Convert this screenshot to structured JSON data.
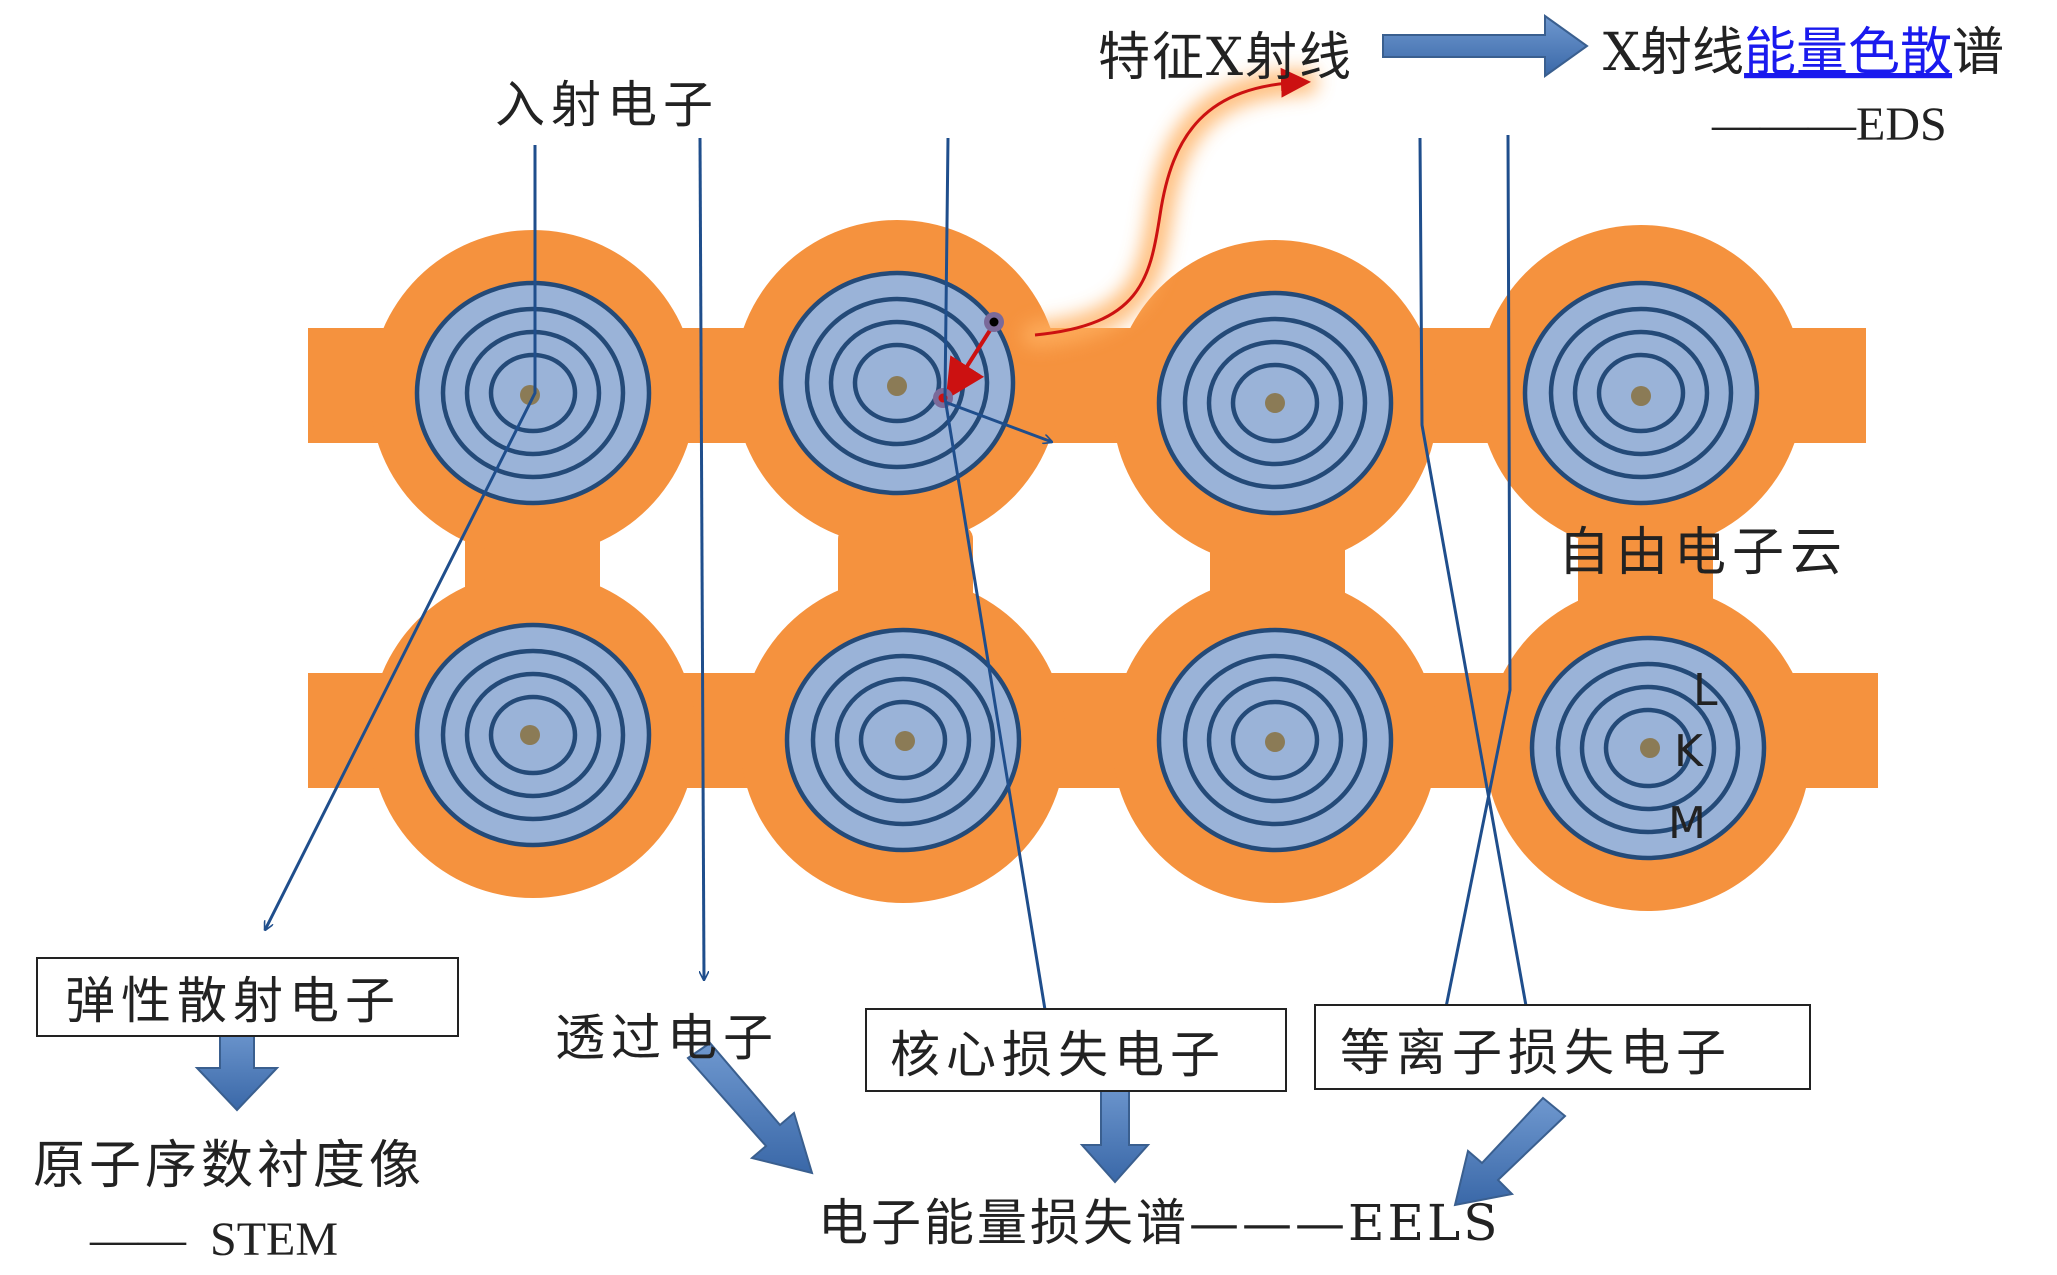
{
  "labels": {
    "incident": "入射电子",
    "char_xray": "特征X射线",
    "eds_a": "X射线",
    "eds_link": "能量色散",
    "eds_b": "谱",
    "eds_abbr": "———EDS",
    "free_cloud": "自由电子云",
    "shell_l": "L",
    "shell_k": "K",
    "shell_m": "M",
    "elastic": "弹性散射电子",
    "transmitted": "透过电子",
    "core_loss": "核心损失电子",
    "plasmon_loss": "等离子损失电子",
    "z_contrast": "原子序数衬度像",
    "stem": "——  STEM",
    "eels": "电子能量损失谱———EELS"
  },
  "colors": {
    "orange": "#f5923e",
    "blue_fill": "#9ab3d8",
    "ring": "#244a78",
    "nucleus": "#8b7b56",
    "beam": "#1f4e8c",
    "block_arrow": "#4f81bd",
    "xray": "#cc1111"
  }
}
